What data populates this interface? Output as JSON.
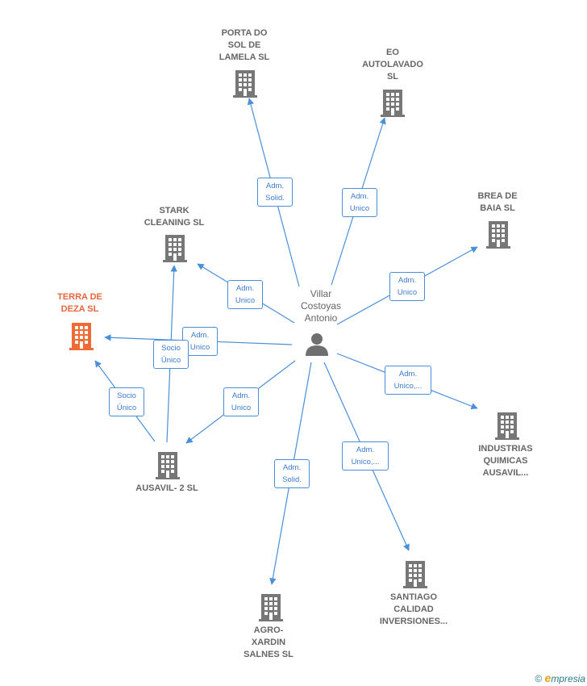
{
  "colors": {
    "edge": "#4a8fd9",
    "building": "#777777",
    "highlight": "#f06a35"
  },
  "center": {
    "name_lines": [
      "Villar",
      "Costoyas",
      "Antonio"
    ],
    "icon": "person-icon"
  },
  "companies": [
    {
      "id": "porta",
      "lines": [
        "PORTA DO",
        "SOL DE",
        "LAMELA  SL"
      ],
      "highlight": false
    },
    {
      "id": "eo",
      "lines": [
        "EO",
        "AUTOLAVADO",
        "SL"
      ],
      "highlight": false
    },
    {
      "id": "brea",
      "lines": [
        "BREA DE",
        "BAIA  SL"
      ],
      "highlight": false
    },
    {
      "id": "stark",
      "lines": [
        "STARK",
        "CLEANING  SL"
      ],
      "highlight": false
    },
    {
      "id": "terra",
      "lines": [
        "TERRA DE",
        "DEZA  SL"
      ],
      "highlight": true
    },
    {
      "id": "industrias",
      "lines": [
        "INDUSTRIAS",
        "QUIMICAS",
        "AUSAVIL..."
      ],
      "highlight": false
    },
    {
      "id": "ausavil",
      "lines": [
        "AUSAVIL- 2 SL"
      ],
      "highlight": false
    },
    {
      "id": "santiago",
      "lines": [
        "SANTIAGO",
        "CALIDAD",
        "INVERSIONES..."
      ],
      "highlight": false
    },
    {
      "id": "agro",
      "lines": [
        "AGRO-",
        "XARDIN",
        "SALNES  SL"
      ],
      "highlight": false
    }
  ],
  "edges": [
    {
      "id": "e-porta",
      "lines": [
        "Adm.",
        "Solid."
      ]
    },
    {
      "id": "e-eo",
      "lines": [
        "Adm.",
        "Unico"
      ]
    },
    {
      "id": "e-brea",
      "lines": [
        "Adm.",
        "Unico"
      ]
    },
    {
      "id": "e-stark",
      "lines": [
        "Adm.",
        "Unico"
      ]
    },
    {
      "id": "e-terra",
      "lines": [
        "Adm.",
        "Unico"
      ]
    },
    {
      "id": "e-industrias",
      "lines": [
        "Adm.",
        "Unico,..."
      ]
    },
    {
      "id": "e-ausavil",
      "lines": [
        "Adm.",
        "Unico"
      ]
    },
    {
      "id": "e-santiago",
      "lines": [
        "Adm.",
        "Unico,..."
      ]
    },
    {
      "id": "e-agro",
      "lines": [
        "Adm.",
        "Solid."
      ]
    },
    {
      "id": "e-ausavil-terra",
      "lines": [
        "Socio",
        "Único"
      ]
    },
    {
      "id": "e-ausavil-stark",
      "lines": [
        "Socio",
        "Único"
      ]
    }
  ],
  "footer": {
    "copyright": "©",
    "brand_initial": "e",
    "brand_rest": "mpresia"
  }
}
